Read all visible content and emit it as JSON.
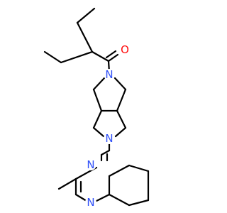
{
  "molecule": {
    "atoms": {
      "o1": {
        "symbol": "O",
        "color": "#ff0d0d"
      },
      "n_pyrrolidine_top": {
        "symbol": "N",
        "color": "#3050f8"
      },
      "n_pyrrolidine_bottom": {
        "symbol": "N",
        "color": "#3050f8"
      },
      "n_pyrimidine_left": {
        "symbol": "N",
        "color": "#3050f8"
      },
      "n_pyrimidine_bottom": {
        "symbol": "N",
        "color": "#3050f8"
      }
    }
  }
}
